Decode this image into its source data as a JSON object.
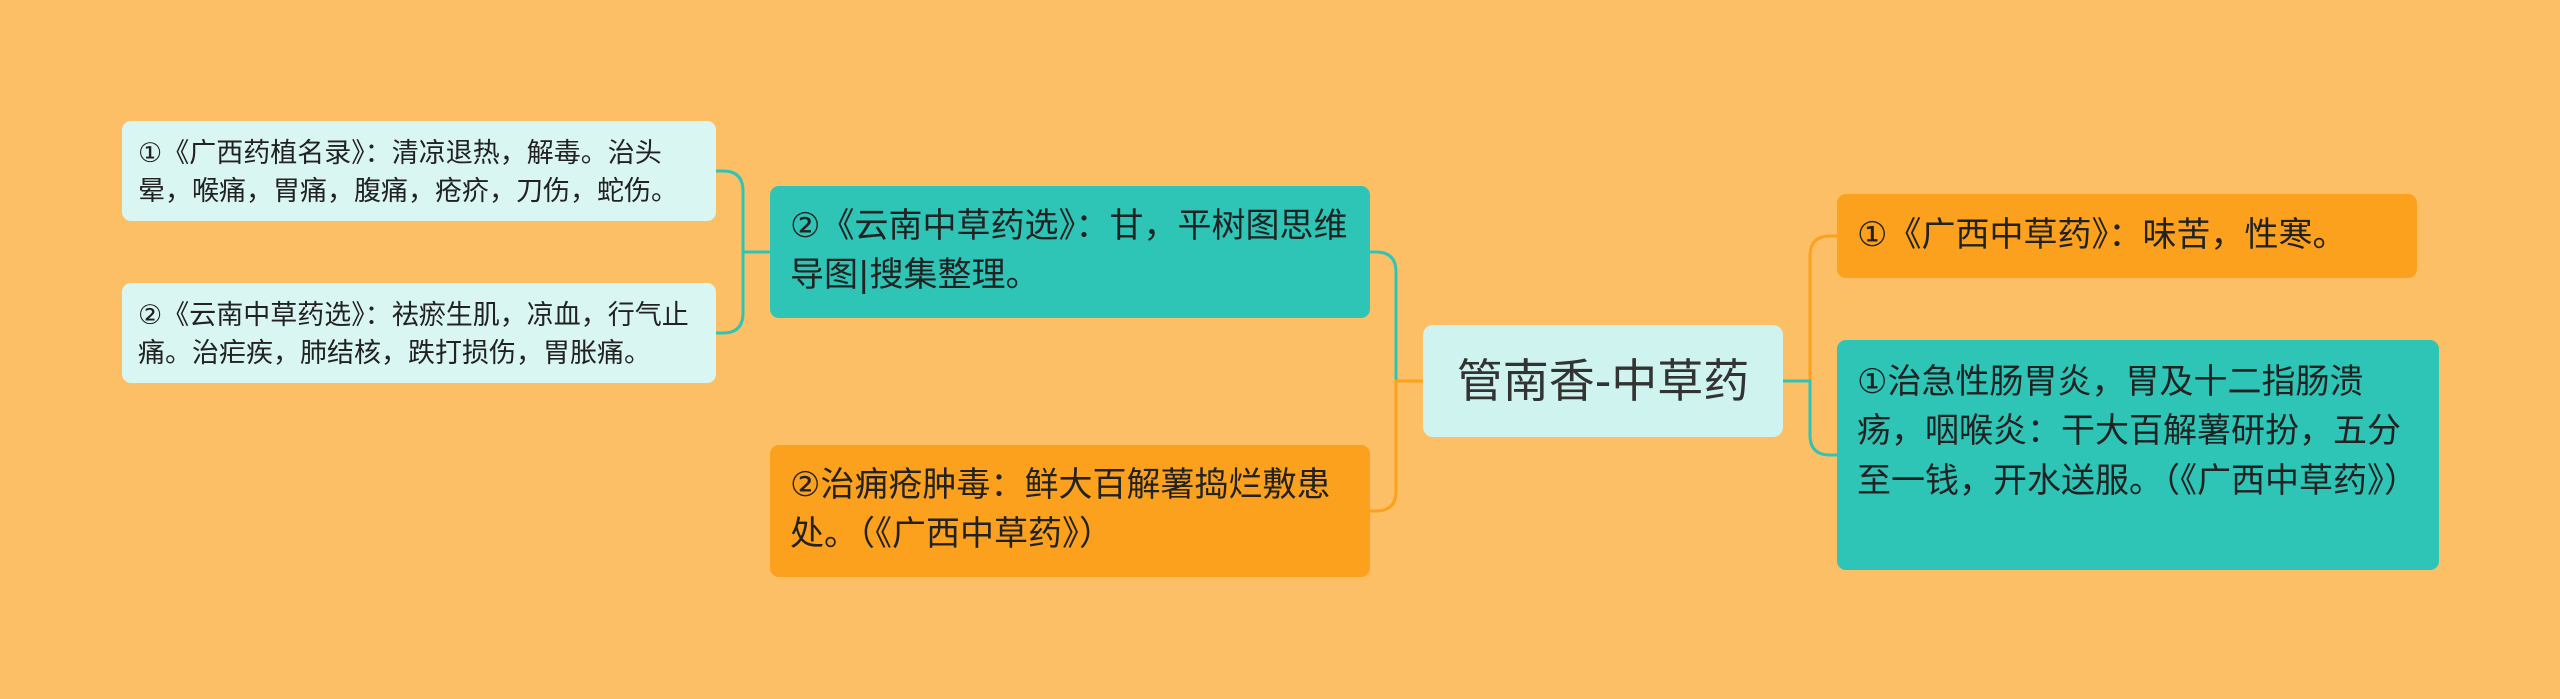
{
  "colors": {
    "background": "#FDBF66",
    "root_fill": "#CFF4EF",
    "teal_fill": "#2EC4B6",
    "orange_fill": "#FCA11D",
    "pale_fill": "#D9F6F2",
    "teal_line": "#2EC4B6",
    "orange_line": "#FCA11D"
  },
  "root": {
    "label": "管南香-中草药"
  },
  "right": [
    {
      "text": "①《广西中草药》：味苦，性寒。"
    },
    {
      "text": "①治急性肠胃炎，胃及十二指肠溃疡，咽喉炎：干大百解薯研扮，五分至一钱，开水送服。（《广西中草药》）"
    }
  ],
  "left": [
    {
      "text": "②《云南中草药选》：甘，平树图思维导图|搜集整理。",
      "children": [
        {
          "text": "①《广西药植名录》：清凉退热，解毒。治头晕，喉痛，胃痛，腹痛，疮疥，刀伤，蛇伤。"
        },
        {
          "text": "②《云南中草药选》：祛瘀生肌，凉血，行气止痛。治疟疾，肺结核，跌打损伤，胃胀痛。"
        }
      ]
    },
    {
      "text": "②治痈疮肿毒：鲜大百解薯捣烂敷患处。（《广西中草药》）"
    }
  ]
}
